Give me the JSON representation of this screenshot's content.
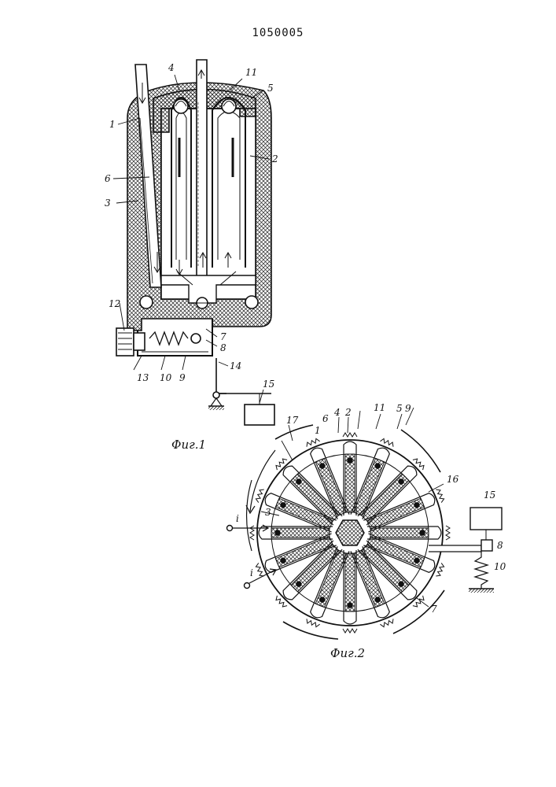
{
  "patent_number": "1050005",
  "fig1": {
    "caption": "Фиг.1",
    "labels": [
      "1",
      "2",
      "3",
      "4",
      "5",
      "6",
      "7",
      "8",
      "9",
      "10",
      "11",
      "12",
      "13",
      "14",
      "15"
    ]
  },
  "fig2": {
    "caption": "Фиг.2",
    "labels": [
      "1",
      "2",
      "3",
      "4",
      "5",
      "6",
      "7",
      "8",
      "9",
      "10",
      "11",
      "15",
      "16",
      "17"
    ],
    "current_symbol": "i"
  }
}
